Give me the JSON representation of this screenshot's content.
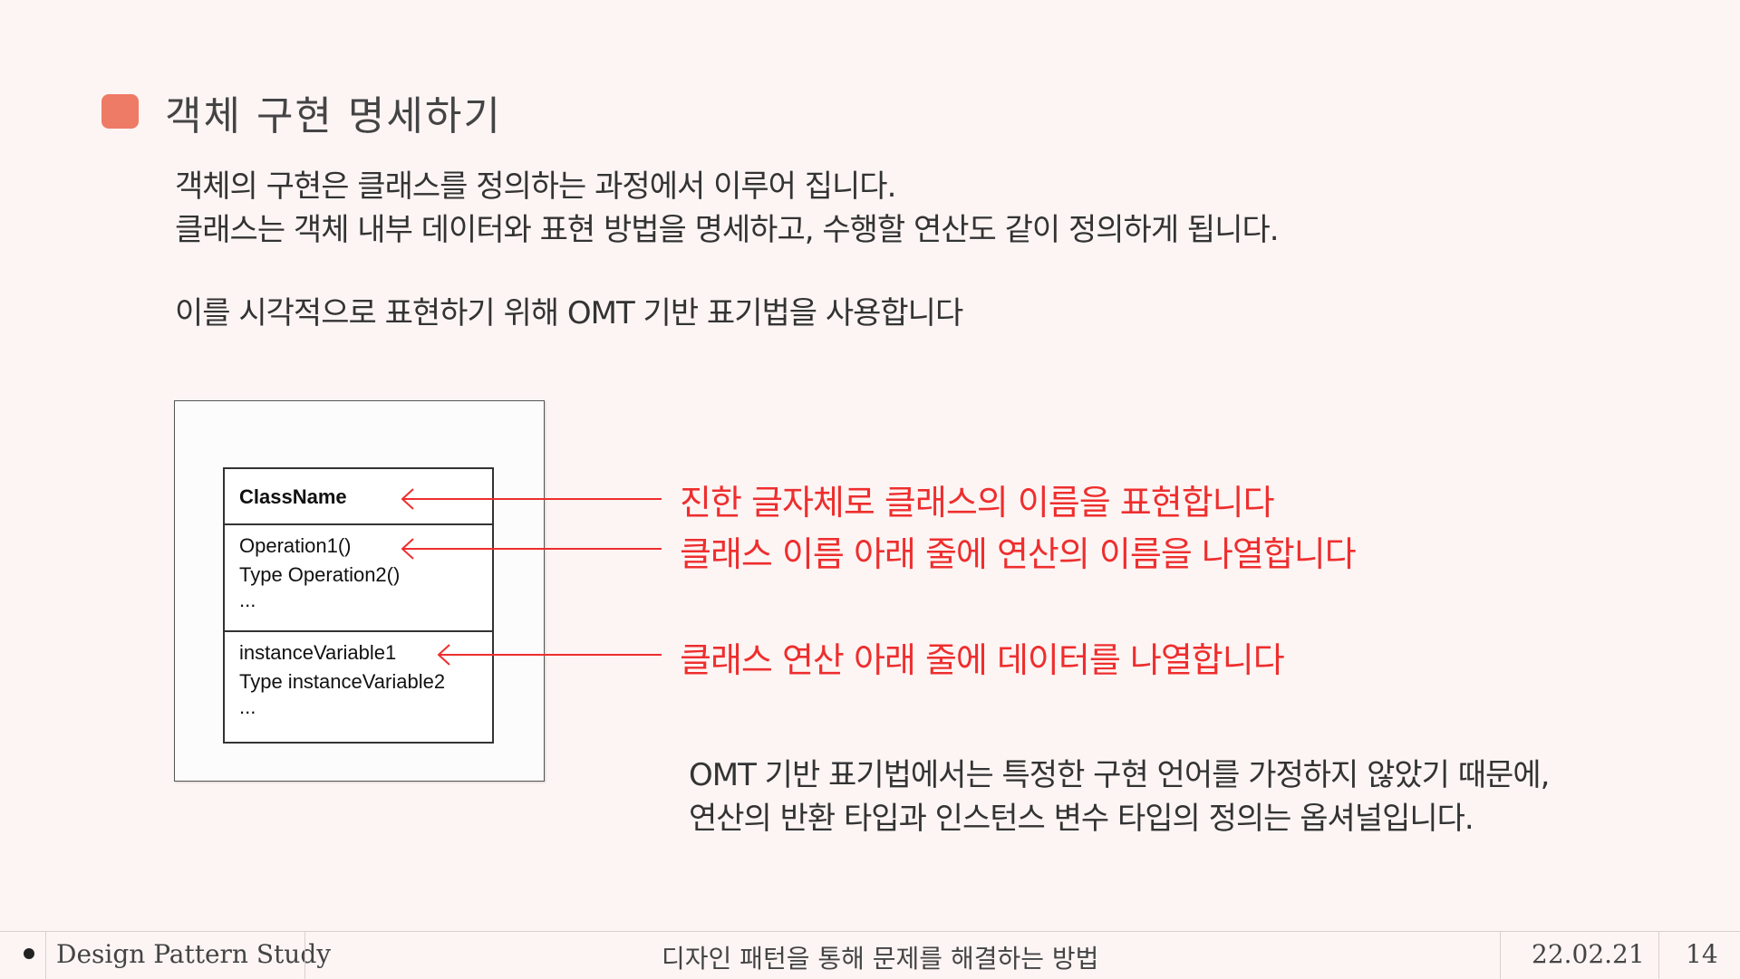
{
  "header": {
    "title": "객체 구현 명세하기"
  },
  "body": {
    "line1": "객체의 구현은 클래스를 정의하는 과정에서 이루어 집니다.",
    "line2": "클래스는 객체 내부 데이터와 표현 방법을 명세하고, 수행할 연산도 같이 정의하게 됩니다.",
    "line3": "이를 시각적으로 표현하기 위해 OMT 기반 표기법을 사용합니다"
  },
  "diagram": {
    "class_name": "ClassName",
    "ops": [
      "Operation1()",
      "Type Operation2()",
      "..."
    ],
    "vars": [
      "instanceVariable1",
      "Type instanceVariable2",
      "..."
    ]
  },
  "callouts": {
    "c1": "진한 글자체로 클래스의 이름을 표현합니다",
    "c2": "클래스 이름 아래 줄에 연산의 이름을 나열합니다",
    "c3": "클래스 연산 아래 줄에 데이터를 나열합니다"
  },
  "note": {
    "line1": "OMT 기반 표기법에서는 특정한 구현 언어를 가정하지 않았기 때문에,",
    "line2": "연산의 반환 타입과 인스턴스 변수 타입의 정의는 옵셔널입니다."
  },
  "footer": {
    "left": "Design Pattern Study",
    "center": "디자인 패턴을 통해 문제를 해결하는 방법",
    "date": "22.02.21",
    "page": "14"
  },
  "colors": {
    "accent": "#ee7b65",
    "callout": "#ee2e2e",
    "background": "#fdf5f4"
  }
}
